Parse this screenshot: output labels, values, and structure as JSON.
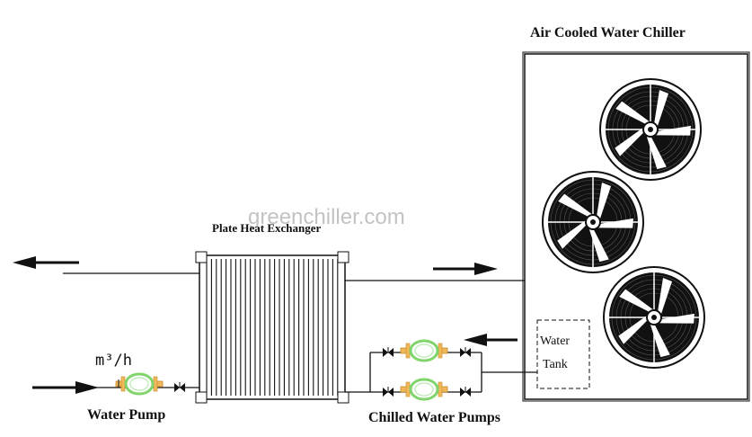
{
  "labels": {
    "chiller_title": "Air Cooled Water Chiller",
    "plate_hx": "Plate Heat Exchanger",
    "water_tank_line1": "Water",
    "water_tank_line2": "Tank",
    "flow_unit": "m³/h",
    "water_pump": "Water Pump",
    "chilled_pumps": "Chilled Water Pumps"
  },
  "watermark": "greenchiller.com",
  "icons": {
    "fan": "fan-icon",
    "pump": "pump-icon",
    "valve": "valve-icon",
    "arrow": "flow-arrow-icon"
  },
  "colors": {
    "line": "#111111",
    "pump_ring": "#7fd46a",
    "pump_flange": "#f0b85a",
    "watermark": "#b0b0b0"
  }
}
